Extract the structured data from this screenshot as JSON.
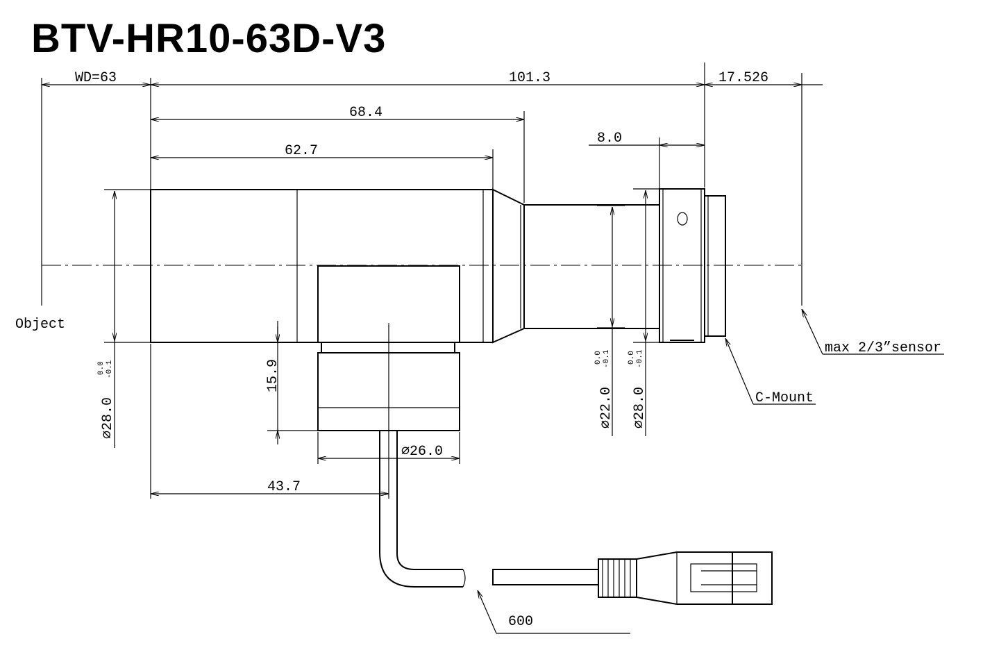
{
  "title": "BTV-HR10-63D-V3",
  "labels": {
    "object": "Object",
    "sensor": "max 2/3”sensor",
    "mount": "C-Mount",
    "cable_length": "600"
  },
  "dimensions": {
    "wd": "WD=63",
    "total_length": "101.3",
    "flange_focal": "17.526",
    "body_length": "68.4",
    "front_length": "62.7",
    "mount_width": "8.0",
    "side_height": "15.9",
    "side_diameter": "∅26.0",
    "side_offset": "43.7",
    "front_diameter": "∅28.0",
    "rear_tube_diameter": "∅22.0",
    "rear_ring_diameter": "∅28.0"
  },
  "tolerances": {
    "upper": "0.0",
    "lower": "-0.1"
  }
}
